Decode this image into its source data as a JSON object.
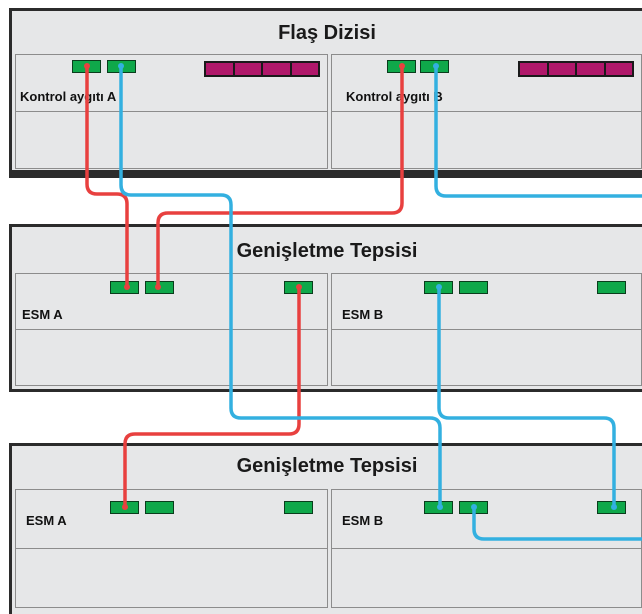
{
  "flash_array": {
    "title": "Flaş Dizisi",
    "controller_a_label": "Kontrol aygıtı A",
    "controller_b_label": "Kontrol aygıtı B"
  },
  "expansion_tray_1": {
    "title": "Genişletme Tepsisi",
    "esm_a_label": "ESM A",
    "esm_b_label": "ESM B"
  },
  "expansion_tray_2": {
    "title": "Genişletme Tepsisi",
    "esm_a_label": "ESM A",
    "esm_b_label": "ESM B"
  },
  "colors": {
    "cable_red": "#e8403f",
    "cable_blue": "#33b0e0",
    "port_green": "#0fa84a",
    "battery_magenta": "#b0186a"
  }
}
